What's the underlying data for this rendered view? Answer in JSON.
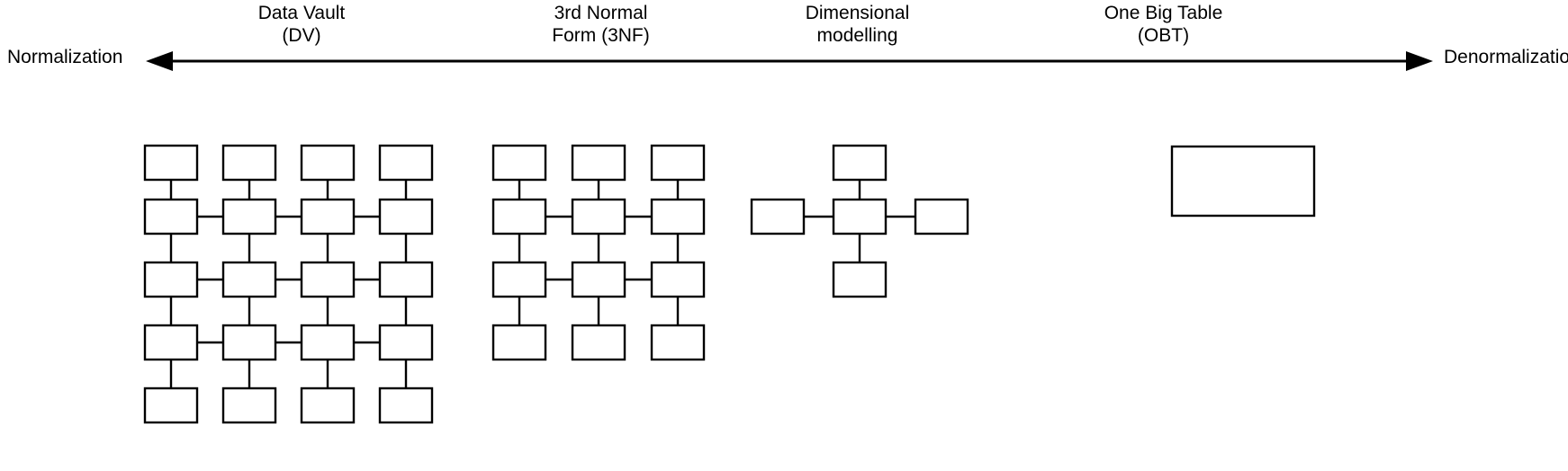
{
  "diagram": {
    "title_axis": {
      "left_label": "Normalization",
      "right_label": "Denormalization",
      "arrow_style": "double-headed-horizontal",
      "line_color": "#000000"
    },
    "stages": [
      {
        "id": "data-vault",
        "caption": "Data Vault\n(DV)",
        "caption_line1": "Data Vault",
        "caption_line2": "(DV)",
        "model": "grid",
        "rows": 5,
        "cols": 4,
        "box_count": 20,
        "normalization_rank": 1
      },
      {
        "id": "third-normal-form",
        "caption": "3rd Normal\nForm (3NF)",
        "caption_line1": "3rd Normal",
        "caption_line2": "Form (3NF)",
        "model": "grid",
        "rows": 4,
        "cols": 3,
        "box_count": 12,
        "normalization_rank": 2
      },
      {
        "id": "dimensional-modelling",
        "caption": "Dimensional\nmodelling",
        "caption_line1": "Dimensional",
        "caption_line2": "modelling",
        "model": "star-schema",
        "rows": 3,
        "cols": 3,
        "box_count": 5,
        "normalization_rank": 3
      },
      {
        "id": "one-big-table",
        "caption": "One Big Table\n(OBT)",
        "caption_line1": "One Big Table",
        "caption_line2": "(OBT)",
        "model": "single-table",
        "rows": 1,
        "cols": 1,
        "box_count": 1,
        "normalization_rank": 4
      }
    ],
    "colors": {
      "background": "#ffffff",
      "stroke": "#000000",
      "box_fill": "#ffffff",
      "text": "#000000"
    }
  }
}
